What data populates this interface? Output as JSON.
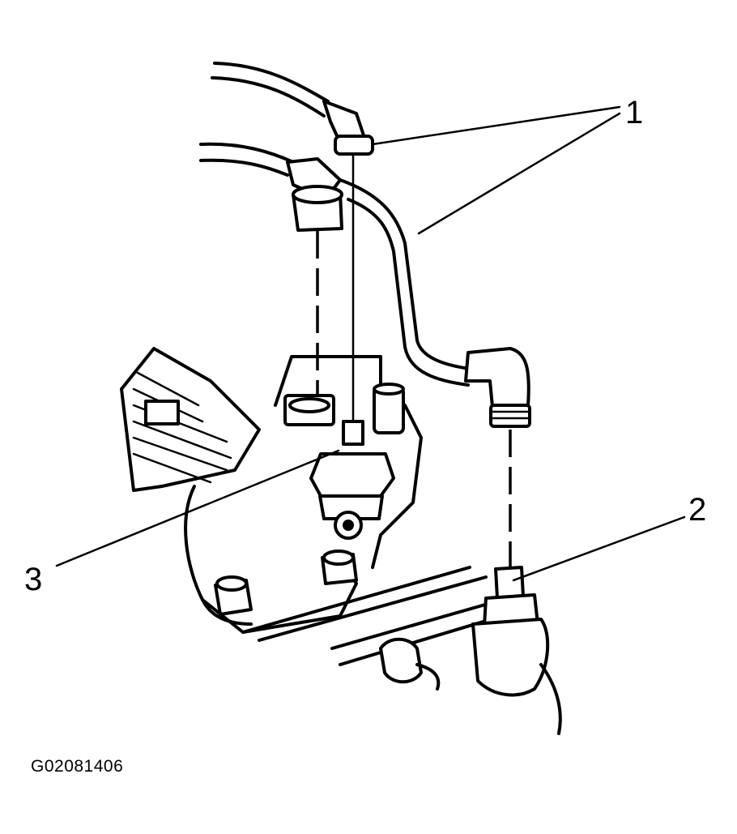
{
  "diagram": {
    "callouts": [
      {
        "id": "1",
        "label": "1"
      },
      {
        "id": "2",
        "label": "2"
      },
      {
        "id": "3",
        "label": "3"
      }
    ],
    "figure_code": "G02081406",
    "colors": {
      "ink": "#000000",
      "paper": "#ffffff"
    }
  }
}
